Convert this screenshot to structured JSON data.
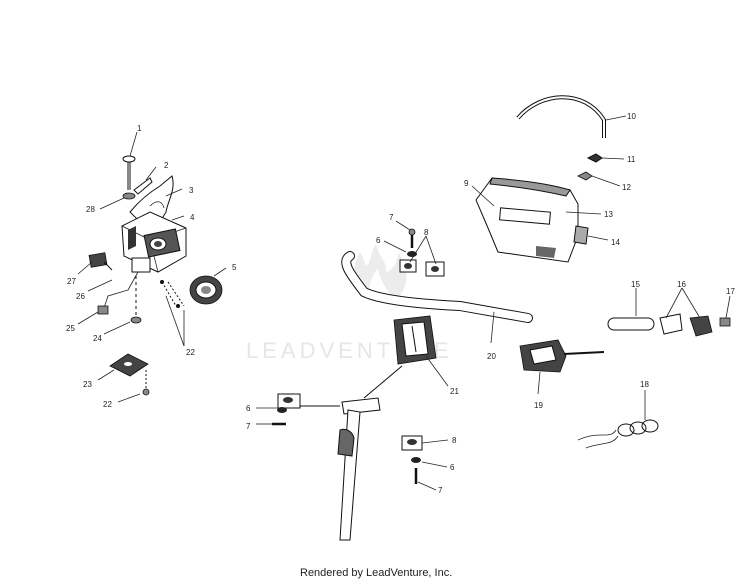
{
  "watermark": "LEADVENTURE",
  "footer": "Rendered by LeadVenture, Inc.",
  "callouts": {
    "c1": "1",
    "c2": "2",
    "c3": "3",
    "c4": "4",
    "c5": "5",
    "c6a": "6",
    "c6b": "6",
    "c6c": "6",
    "c7a": "7",
    "c7b": "7",
    "c7c": "7",
    "c8a": "8",
    "c8b": "8",
    "c9": "9",
    "c10": "10",
    "c11": "11",
    "c12": "12",
    "c13": "13",
    "c14": "14",
    "c15": "15",
    "c16": "16",
    "c17": "17",
    "c18": "18",
    "c19": "19",
    "c20": "20",
    "c21": "21",
    "c22a": "22",
    "c22b": "22",
    "c23": "23",
    "c24": "24",
    "c25": "25",
    "c26": "26",
    "c27": "27",
    "c28": "28"
  }
}
